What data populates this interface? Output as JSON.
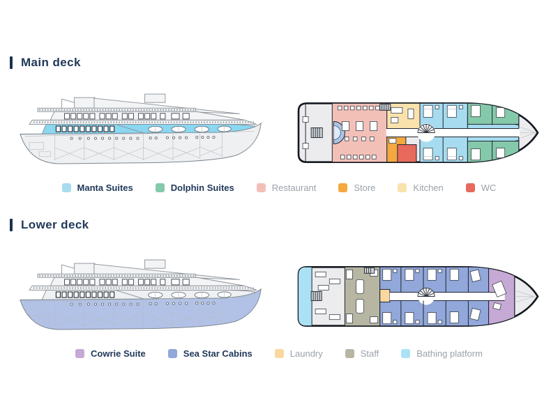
{
  "colors": {
    "heading_text": "#21395a",
    "accent_bar": "#1d3150",
    "legend_active_text": "#21395a",
    "legend_inactive_text": "#9aa2ab",
    "manta_suites": "#a7dcf0",
    "dolphin_suites": "#85c9ab",
    "restaurant": "#f3c0b8",
    "store": "#f4a83f",
    "kitchen": "#fae2ad",
    "wc": "#e76a5d",
    "cowrie_suite": "#c6a9d4",
    "sea_star_cabins": "#92a7da",
    "laundry": "#fad8a0",
    "staff": "#b6b6a2",
    "bathing_platform": "#abe1f5"
  },
  "decks": [
    {
      "title": "Main deck",
      "highlight": {
        "deck_fill": "#8bd7f2",
        "hull_fill": "#eef0f2"
      },
      "legend": [
        {
          "label": "Manta Suites",
          "color_key": "manta_suites",
          "active": true
        },
        {
          "label": "Dolphin Suites",
          "color_key": "dolphin_suites",
          "active": true
        },
        {
          "label": "Restaurant",
          "color_key": "restaurant",
          "active": false
        },
        {
          "label": "Store",
          "color_key": "store",
          "active": false
        },
        {
          "label": "Kitchen",
          "color_key": "kitchen",
          "active": false
        },
        {
          "label": "WC",
          "color_key": "wc",
          "active": false
        }
      ]
    },
    {
      "title": "Lower deck",
      "highlight": {
        "deck_fill": "#eef0f2",
        "hull_fill": "#b2c2e7"
      },
      "legend": [
        {
          "label": "Cowrie Suite",
          "color_key": "cowrie_suite",
          "active": true
        },
        {
          "label": "Sea Star Cabins",
          "color_key": "sea_star_cabins",
          "active": true
        },
        {
          "label": "Laundry",
          "color_key": "laundry",
          "active": false
        },
        {
          "label": "Staff",
          "color_key": "staff",
          "active": false
        },
        {
          "label": "Bathing platform",
          "color_key": "bathing_platform",
          "active": false
        }
      ]
    }
  ]
}
